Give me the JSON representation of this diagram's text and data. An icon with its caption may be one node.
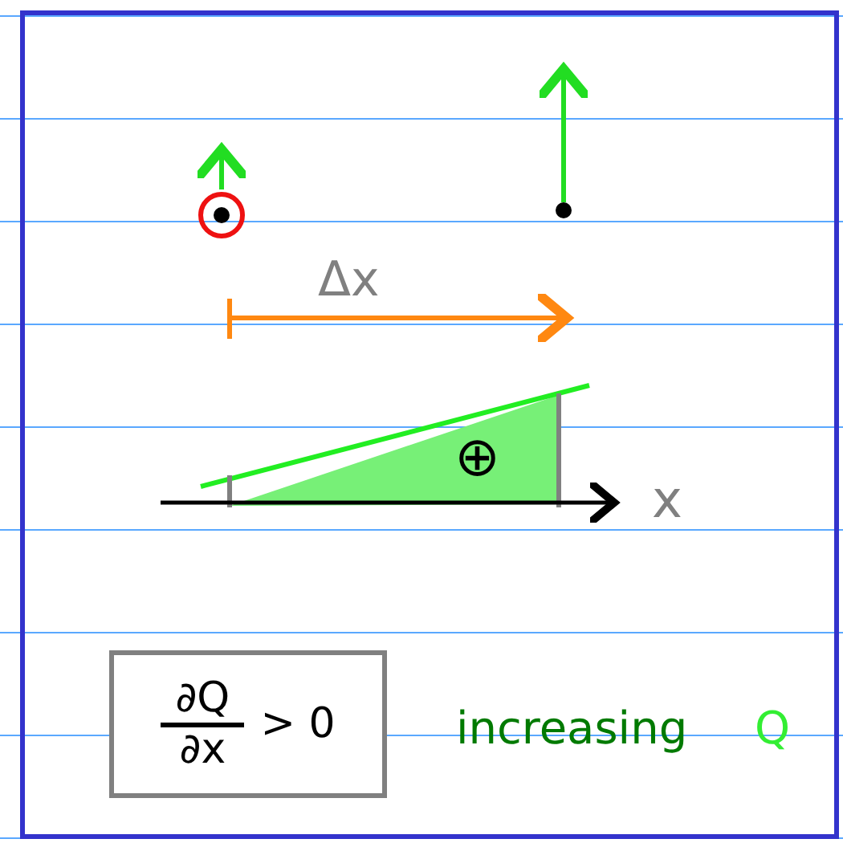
{
  "diagram": {
    "nodes": [
      {
        "text": [
          "∂Q",
          "∂x",
          "> 0"
        ]
      }
    ],
    "labels": [
      "Δx",
      "⊕",
      "x",
      "increasing",
      "Q"
    ]
  }
}
